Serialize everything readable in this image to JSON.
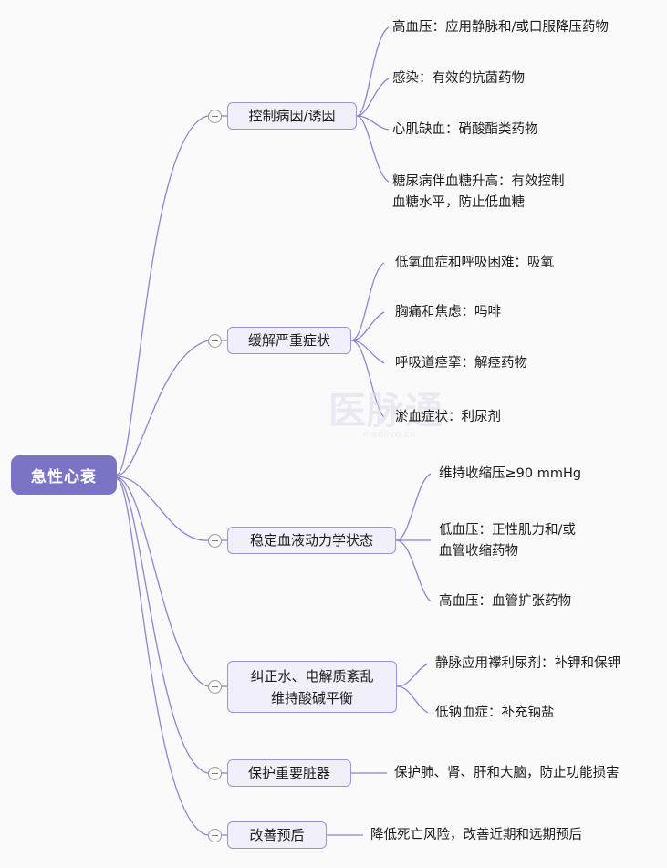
{
  "diagram": {
    "type": "mind-map",
    "root": {
      "label": "急性心衰"
    },
    "watermark": {
      "text": "医脉通",
      "sub": "medlive.cn"
    },
    "colors": {
      "root_fill": "#7b74c4",
      "root_text": "#ffffff",
      "node_fill": "#f0effa",
      "node_border": "#9c94d6",
      "link": "#8e85cf",
      "background": "#fafafa",
      "text": "#1c1c1c"
    },
    "branches": [
      {
        "label": "控制病因/诱因",
        "leaves": [
          "高血压：应用静脉和/或口服降压药物",
          "感染：有效的抗菌药物",
          "心肌缺血：硝酸酯类药物",
          "糖尿病伴血糖升高：有效控制\n血糖水平，防止低血糖"
        ]
      },
      {
        "label": "缓解严重症状",
        "leaves": [
          "低氧血症和呼吸困难：吸氧",
          "胸痛和焦虑：吗啡",
          "呼吸道痉挛：解痉药物",
          "淤血症状：利尿剂"
        ]
      },
      {
        "label": "稳定血液动力学状态",
        "leaves": [
          "维持收缩压≥90 mmHg",
          "低血压：正性肌力和/或\n血管收缩药物",
          "高血压：血管扩张药物"
        ]
      },
      {
        "label": "纠正水、电解质紊乱\n维持酸碱平衡",
        "label_line1": "纠正水、电解质紊乱",
        "label_line2": "维持酸碱平衡",
        "leaves": [
          "静脉应用襻利尿剂：补钾和保钾",
          "低钠血症：补充钠盐"
        ]
      },
      {
        "label": "保护重要脏器",
        "leaves": [
          "保护肺、肾、肝和大脑，防止功能损害"
        ]
      },
      {
        "label": "改善预后",
        "leaves": [
          "降低死亡风险，改善近期和远期预后"
        ]
      }
    ]
  }
}
